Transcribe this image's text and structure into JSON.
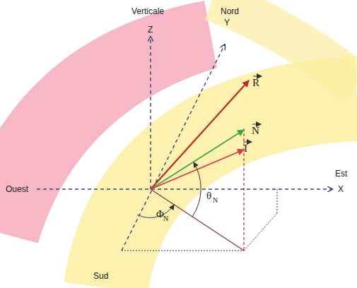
{
  "diagram": {
    "labels": [
      "Verticale",
      "Z",
      "Nord",
      "Y",
      "R",
      "N",
      "I",
      "Est",
      "X",
      "Ouest",
      "θ",
      "N",
      "Φ",
      "N",
      "Sud"
    ]
  }
}
